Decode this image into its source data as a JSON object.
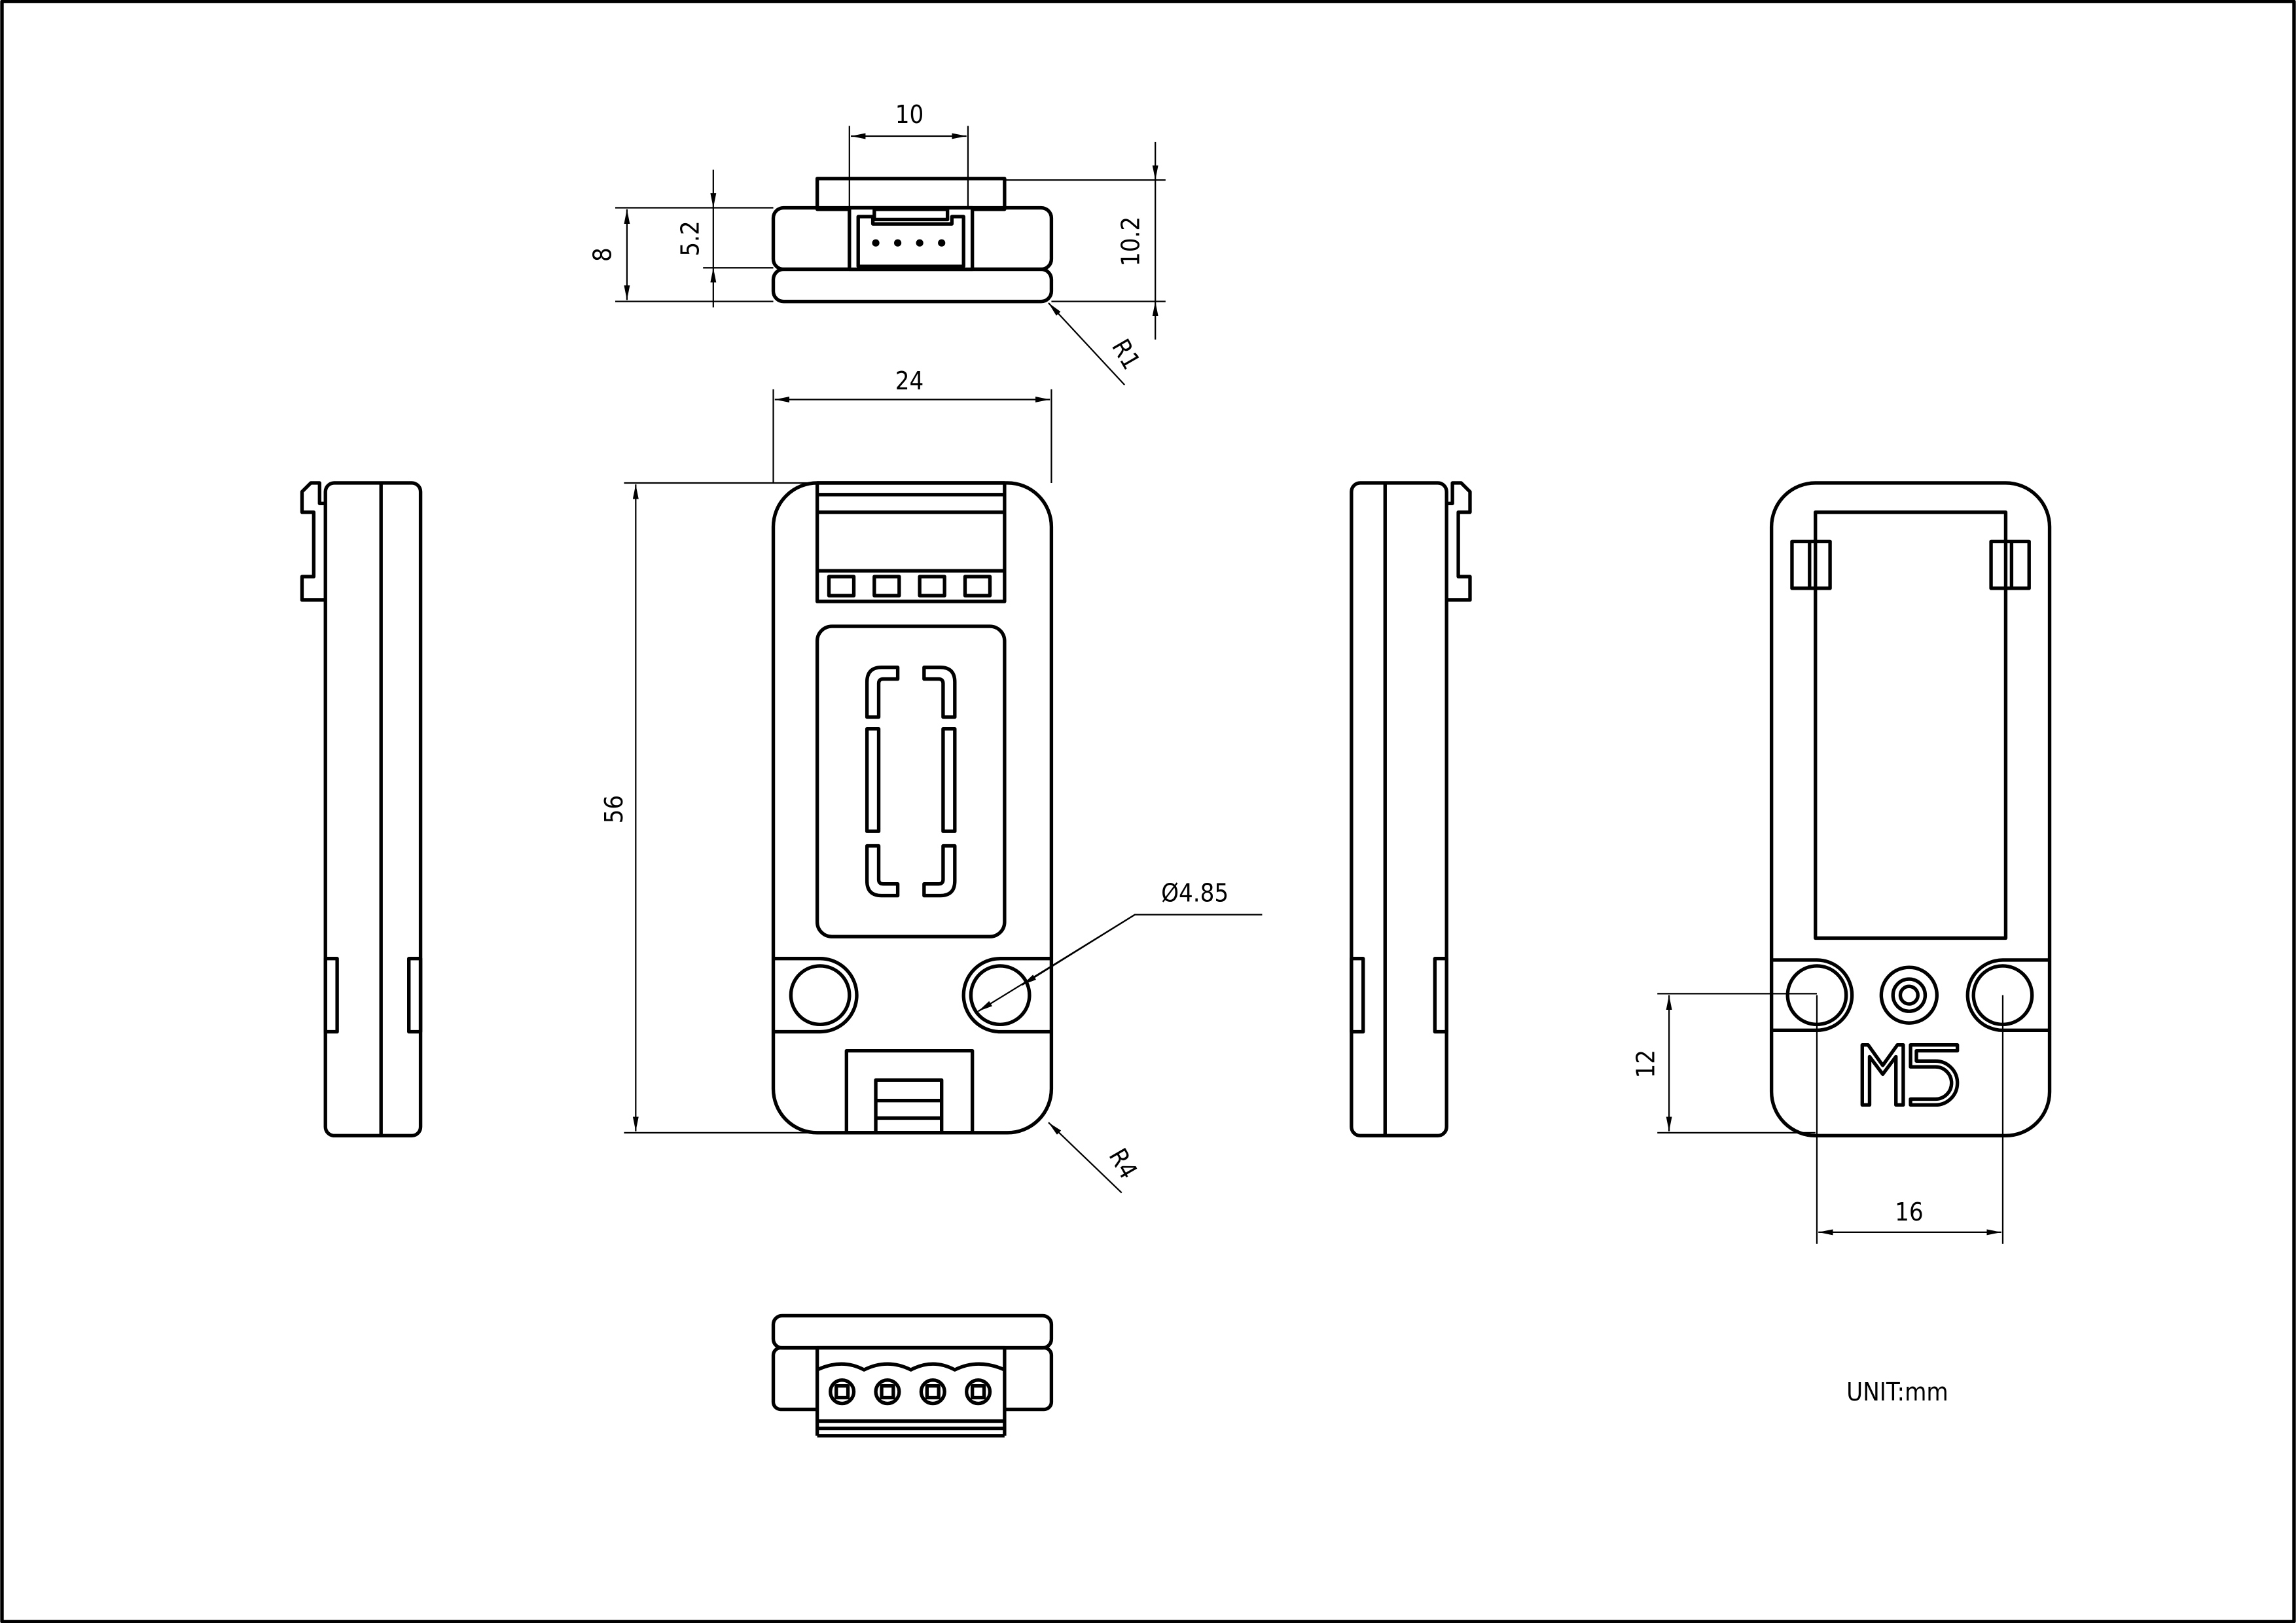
{
  "drawing": {
    "views": [
      "top-view",
      "front-view",
      "left-side-view",
      "right-side-view",
      "back-view",
      "bottom-view"
    ],
    "dimensions": {
      "connector_width": "10",
      "total_height_top": "10.2",
      "body_thickness": "8",
      "upper_thickness": "5.2",
      "top_radius": "R1",
      "width": "24",
      "length": "56",
      "hole_diameter": "Ø4.85",
      "corner_radius": "R4",
      "hole_offset": "12",
      "hole_spacing": "16"
    },
    "logo": "M5",
    "unit_label": "UNIT:mm",
    "line_color": "#000000",
    "background_color": "#ffffff"
  }
}
